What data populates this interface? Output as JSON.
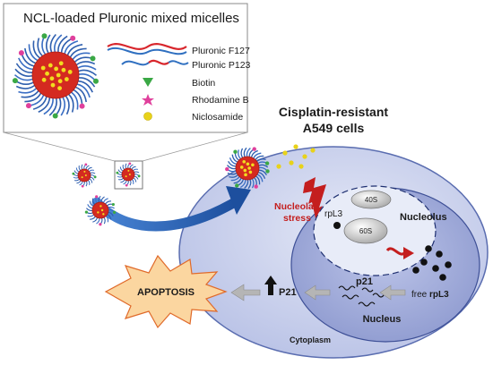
{
  "inset": {
    "title": "NCL-loaded Pluronic mixed micelles",
    "legend": [
      {
        "label": "Pluronic F127",
        "icon": "red-polymer-chain-icon",
        "color": "#d8262c"
      },
      {
        "label": "Pluronic P123",
        "icon": "blue-polymer-chain-icon",
        "color": "#2f6fc0"
      },
      {
        "label": "Biotin",
        "icon": "green-triangle-icon",
        "color": "#3aa845"
      },
      {
        "label": "Rhodamine B",
        "icon": "pink-star-icon",
        "color": "#e0409c"
      },
      {
        "label": "Niclosamide",
        "icon": "yellow-dot-icon",
        "color": "#e8d21a"
      }
    ]
  },
  "cell": {
    "title_line1": "Cisplatin-resistant",
    "title_line2": "A549 cells",
    "cytoplasm_label": "Cytoplasm",
    "nucleus_label": "Nucleus",
    "nucleolus_label": "Nucleolus",
    "stress_line1": "Nucleolar",
    "stress_line2": "stress",
    "ribosome_40s": "40S",
    "ribosome_60s": "60S",
    "rpl3_label": "rpL3",
    "free_rpl3_prefix": "free ",
    "free_rpl3_suffix": "rpL3",
    "p21_nucleus": "p21",
    "p21_cytoplasm": "P21",
    "apoptosis": "APOPTOSIS"
  },
  "colors": {
    "cell_fill": "#cfd6ee",
    "nucleus_fill": "#a9b3dc",
    "micelle_core": "#d42a20",
    "arrow_blue": "#2a62b8",
    "stress_red": "#c41e1e",
    "grey_arrow": "#b5b5b5",
    "burst_fill": "#fbd6a0",
    "burst_stroke": "#e06a2a"
  }
}
